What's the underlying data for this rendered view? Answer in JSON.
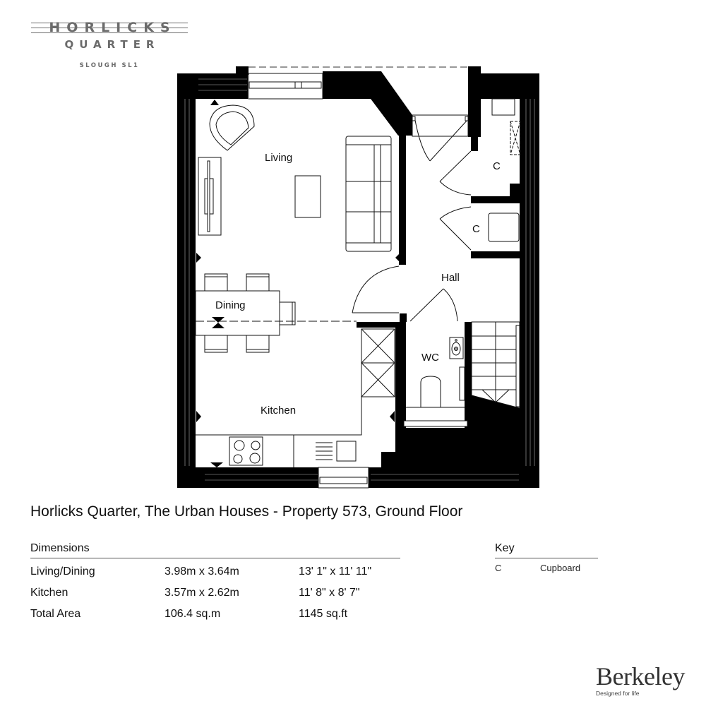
{
  "logo": {
    "name": "HORLICKS",
    "sub": "QUARTER",
    "location": "SLOUGH SL1"
  },
  "plan": {
    "rooms": [
      {
        "id": "living",
        "label": "Living"
      },
      {
        "id": "dining",
        "label": "Dining"
      },
      {
        "id": "kitchen",
        "label": "Kitchen"
      },
      {
        "id": "hall",
        "label": "Hall"
      },
      {
        "id": "wc",
        "label": "WC"
      },
      {
        "id": "cupboard-1",
        "label": "C"
      },
      {
        "id": "cupboard-2",
        "label": "C"
      }
    ],
    "colors": {
      "wall": "#000000",
      "line": "#111111",
      "background": "#ffffff"
    }
  },
  "title": "Horlicks Quarter, The Urban Houses - Property 573, Ground Floor",
  "dimensions": {
    "heading": "Dimensions",
    "rows": [
      {
        "room": "Living/Dining",
        "metric": "3.98m x 3.64m",
        "imperial": "13' 1\" x 11' 11\""
      },
      {
        "room": "Kitchen",
        "metric": "3.57m x 2.62m",
        "imperial": "11' 8\" x 8' 7\""
      },
      {
        "room": "Total Area",
        "metric": "106.4 sq.m",
        "imperial": "1145 sq.ft"
      }
    ]
  },
  "key": {
    "heading": "Key",
    "items": [
      {
        "code": "C",
        "meaning": "Cupboard"
      }
    ]
  },
  "brand": {
    "name": "Berkeley",
    "tagline": "Designed for life"
  }
}
